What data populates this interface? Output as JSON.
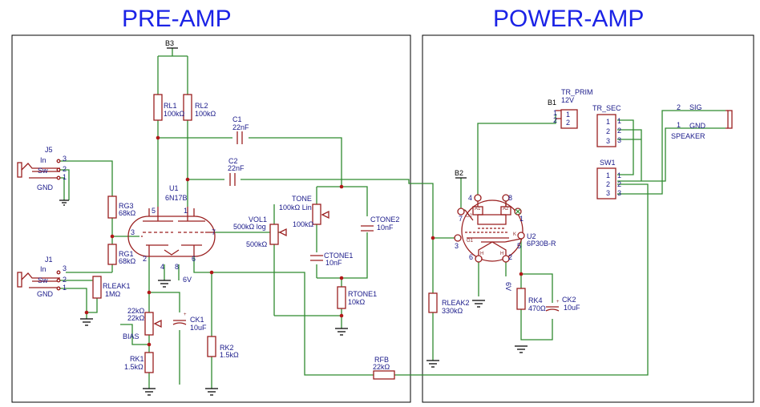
{
  "sections": {
    "preamp": "PRE-AMP",
    "poweramp": "POWER-AMP"
  },
  "nets": {
    "b3": "B3",
    "b2": "B2",
    "b1": "B1"
  },
  "components": {
    "rl1": {
      "ref": "RL1",
      "value": "100kΩ"
    },
    "rl2": {
      "ref": "RL2",
      "value": "100kΩ"
    },
    "c1": {
      "ref": "C1",
      "value": "22nF"
    },
    "c2": {
      "ref": "C2",
      "value": "22nF"
    },
    "u1": {
      "ref": "U1",
      "value": "6N17B"
    },
    "rg3": {
      "ref": "RG3",
      "value": "68kΩ"
    },
    "rg1": {
      "ref": "RG1",
      "value": "68kΩ"
    },
    "rleak1": {
      "ref": "RLEAK1",
      "value": "1MΩ"
    },
    "vol1": {
      "ref": "VOL1",
      "value": "500kΩ log",
      "value2": "500kΩ"
    },
    "tone": {
      "ref": "TONE",
      "value": "100kΩ Lin",
      "value2": "100kΩ"
    },
    "ctone2": {
      "ref": "CTONE2",
      "value": "10nF"
    },
    "ctone1": {
      "ref": "CTONE1",
      "value": "10nF"
    },
    "rtone1": {
      "ref": "RTONE1",
      "value": "10kΩ"
    },
    "bias": {
      "ref": "BIAS",
      "value": "22kΩ",
      "value2": "22kΩ"
    },
    "rk1": {
      "ref": "RK1",
      "value": "1.5kΩ"
    },
    "ck1": {
      "ref": "CK1",
      "value": "10uF"
    },
    "rk2": {
      "ref": "RK2",
      "value": "1.5kΩ"
    },
    "rfb": {
      "ref": "RFB",
      "value": "22kΩ"
    },
    "tr_prim": {
      "ref": "TR_PRIM",
      "value": "12V"
    },
    "tr_sec": {
      "ref": "TR_SEC"
    },
    "sw1": {
      "ref": "SW1"
    },
    "speaker": {
      "ref": "SPEAKER",
      "sig": "SIG",
      "gnd": "GND"
    },
    "rleak2": {
      "ref": "RLEAK2",
      "value": "330kΩ"
    },
    "u2": {
      "ref": "U2",
      "value": "6P30B-R"
    },
    "rk4": {
      "ref": "RK4",
      "value": "470Ω"
    },
    "ck2": {
      "ref": "CK2",
      "value": "10uF"
    }
  },
  "jacks": {
    "j5": {
      "ref": "J5",
      "in": "In",
      "sw": "Sw",
      "gnd": "GND"
    },
    "j1": {
      "ref": "J1",
      "in": "In",
      "sw": "Sw",
      "gnd": "GND"
    }
  },
  "pins": {
    "n1": "1",
    "n2": "2",
    "n3": "3",
    "n4": "4",
    "n5": "5",
    "n6": "6",
    "n7": "7",
    "n8": "8",
    "v6": "6V",
    "a1": "A1",
    "a2": "A2",
    "g1": "G1",
    "g2": "G2",
    "h": "H",
    "k": "K"
  },
  "colors": {
    "header": "#1b23e6",
    "wire": "#2f8a2f",
    "component": "#9a1f1f",
    "label": "#1a1a8a"
  }
}
